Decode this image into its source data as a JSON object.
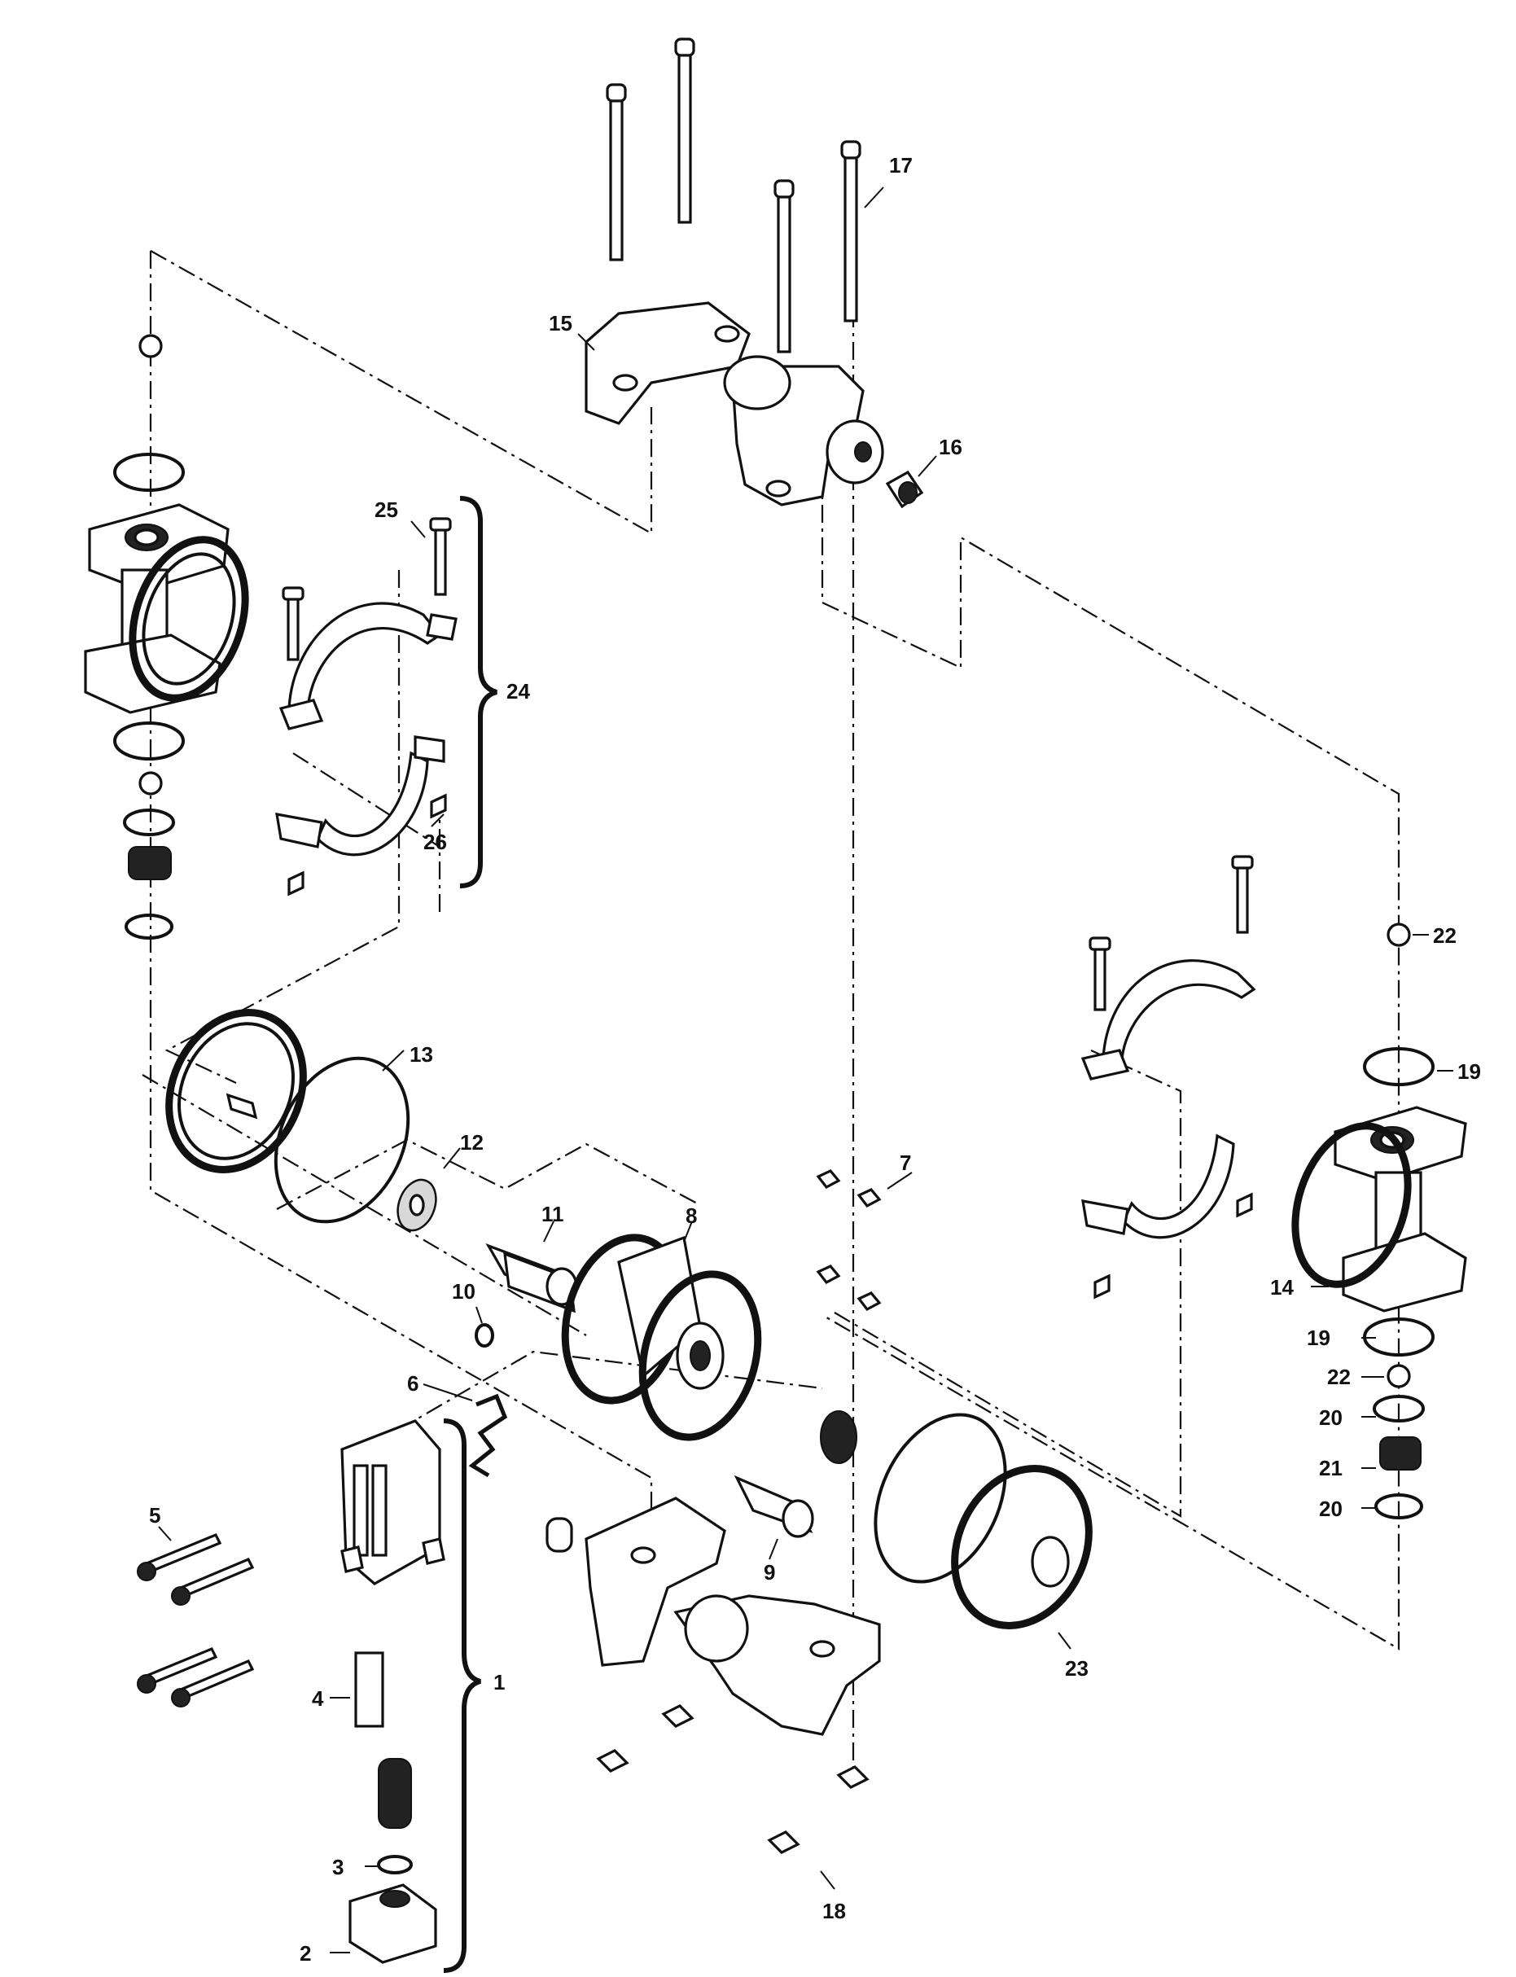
{
  "callouts": [
    {
      "id": "c1",
      "label": "1"
    },
    {
      "id": "c2",
      "label": "2"
    },
    {
      "id": "c3",
      "label": "3"
    },
    {
      "id": "c4",
      "label": "4"
    },
    {
      "id": "c5",
      "label": "5"
    },
    {
      "id": "c6",
      "label": "6"
    },
    {
      "id": "c7",
      "label": "7"
    },
    {
      "id": "c8",
      "label": "8"
    },
    {
      "id": "c9",
      "label": "9"
    },
    {
      "id": "c10",
      "label": "10"
    },
    {
      "id": "c11",
      "label": "11"
    },
    {
      "id": "c12",
      "label": "12"
    },
    {
      "id": "c13",
      "label": "13"
    },
    {
      "id": "c14",
      "label": "14"
    },
    {
      "id": "c15",
      "label": "15"
    },
    {
      "id": "c16",
      "label": "16"
    },
    {
      "id": "c17",
      "label": "17"
    },
    {
      "id": "c18",
      "label": "18"
    },
    {
      "id": "c19a",
      "label": "19"
    },
    {
      "id": "c19b",
      "label": "19"
    },
    {
      "id": "c20a",
      "label": "20"
    },
    {
      "id": "c20b",
      "label": "20"
    },
    {
      "id": "c21",
      "label": "21"
    },
    {
      "id": "c22a",
      "label": "22"
    },
    {
      "id": "c22b",
      "label": "22"
    },
    {
      "id": "c23",
      "label": "23"
    },
    {
      "id": "c24",
      "label": "24"
    },
    {
      "id": "c25",
      "label": "25"
    },
    {
      "id": "c26",
      "label": "26"
    }
  ]
}
